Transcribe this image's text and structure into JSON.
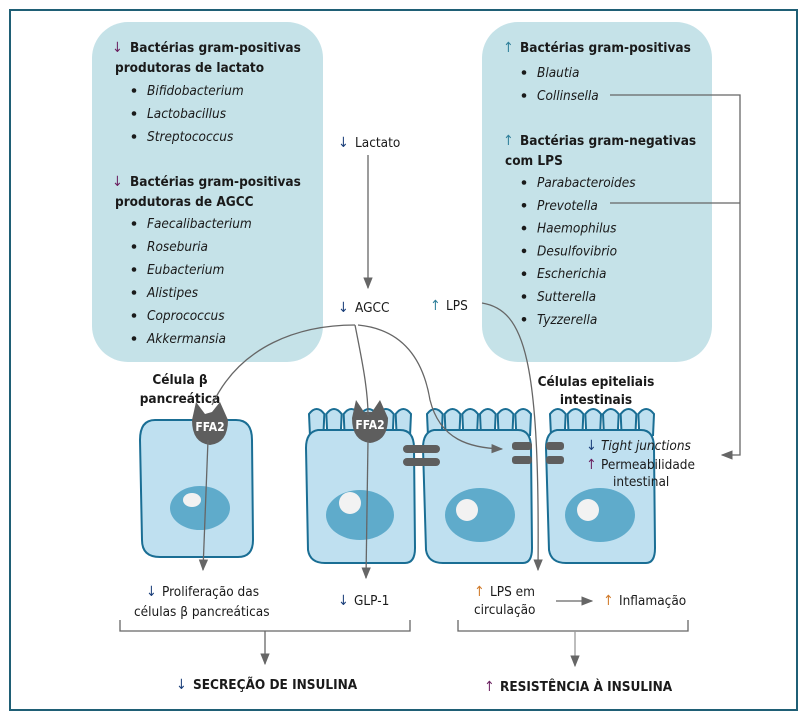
{
  "colors": {
    "frame": "#1f5f75",
    "box": "#c5e2e8",
    "cell": "#bfe0f0",
    "cell_border": "#1a6e94",
    "nucleus": "#5fabcb",
    "receptor": "#5e5e5e",
    "down_arrow": "#1b3f7a",
    "purple_arrow": "#6a1f5e",
    "teal_arrow": "#2f7f9a",
    "orange_arrow": "#d07a2a"
  },
  "left_box": {
    "group1": {
      "arrow": "↓",
      "title_line1": "Bactérias gram-positivas",
      "title_line2": "produtoras de lactato",
      "items": [
        "Bifidobacterium",
        "Lactobacillus",
        "Streptococcus"
      ]
    },
    "group2": {
      "arrow": "↓",
      "title_line1": "Bactérias gram-positivas",
      "title_line2": "produtoras de AGCC",
      "items": [
        "Faecalibacterium",
        "Roseburia",
        "Eubacterium",
        "Alistipes",
        "Coprococcus",
        "Akkermansia"
      ]
    }
  },
  "right_box": {
    "group1": {
      "arrow": "↑",
      "title_line1": "Bactérias gram-positivas",
      "items": [
        "Blautia",
        "Collinsella"
      ]
    },
    "group2": {
      "arrow": "↑",
      "title_line1": "Bactérias gram-negativas",
      "title_line2": "com LPS",
      "items": [
        "Parabacteroides",
        "Prevotella",
        "Haemophilus",
        "Desulfovibrio",
        "Escherichia",
        "Sutterella",
        "Tyzzerella"
      ]
    }
  },
  "center": {
    "lactato": {
      "arrow": "↓",
      "label": "Lactato"
    },
    "agcc": {
      "arrow": "↓",
      "label": "AGCC"
    },
    "lps": {
      "arrow": "↑",
      "label": "LPS"
    }
  },
  "cells": {
    "beta_label_line1": "Célula β",
    "beta_label_line2": "pancreática",
    "epithelial_label_line1": "Células epiteliais",
    "epithelial_label_line2": "intestinais",
    "receptor_label": "FFA2",
    "tight_junctions": {
      "arrow": "↓",
      "label": "Tight junctions"
    },
    "permeability": {
      "arrow": "↑",
      "label_line1": "Permeabilidade",
      "label_line2": "intestinal"
    }
  },
  "outcomes": {
    "proliferation": {
      "arrow": "↓",
      "line1": "Proliferação das",
      "line2": "células β pancreáticas"
    },
    "glp1": {
      "arrow": "↓",
      "label": "GLP-1"
    },
    "lps_circulation": {
      "arrow": "↑",
      "line1": "LPS em",
      "line2": "circulação"
    },
    "inflammation": {
      "arrow": "↑",
      "label": "Inflamação"
    },
    "insulin_secretion": {
      "arrow": "↓",
      "label": "SECREÇÃO DE INSULINA"
    },
    "insulin_resistance": {
      "arrow": "↑",
      "label": "RESISTÊNCIA À INSULINA"
    }
  }
}
